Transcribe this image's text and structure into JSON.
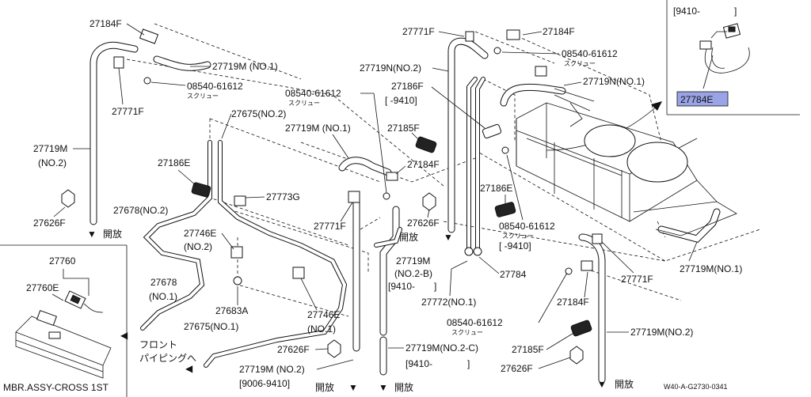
{
  "diagram": {
    "code": "W40-A-G2730-0341",
    "inset_top": {
      "bracket": "[9410-",
      "label": "27784E"
    },
    "inset_left": {
      "label_a": "27760",
      "label_b": "27760E",
      "caption": "MBR.ASSY-CROSS 1ST"
    },
    "open_label": "開放",
    "screw_label": "スクリュー",
    "front_label": "フロント",
    "piping_label": "パイピングへ",
    "labels": {
      "l27184F_a": "27184F",
      "l27719M_no1_a": "27719M (NO.1)",
      "l08540_a": "08540-61612",
      "l27771F_a": "27771F",
      "l27719M_no2_a1": "27719M",
      "l27719M_no2_a2": "(NO.2)",
      "l27626F_a": "27626F",
      "l27675_no2": "27675(NO.2)",
      "l27186E_a": "27186E",
      "l27678_no2": "27678(NO.2)",
      "l27773G": "27773G",
      "l27746E_a1": "27746E",
      "l27746E_a2": "(NO.2)",
      "l27678_no1_1": "27678",
      "l27678_no1_2": "(NO.1)",
      "l27683A": "27683A",
      "l27746E_b1": "27746E",
      "l27746E_b2": "(NO.1)",
      "l27675_no1": "27675(NO.1)",
      "l27626F_b": "27626F",
      "l27719M_no2_b": "27719M (NO.2)",
      "l9006_9410": "[9006-9410]",
      "l08540_b": "08540-61612",
      "l27719M_no1_b": "27719M (NO.1)",
      "l27771F_b": "27771F",
      "l27185F_a": "27185F",
      "l27184F_b": "27184F",
      "l27626F_c": "27626F",
      "l27719M_no2B_1": "27719M",
      "l27719M_no2B_2": "(NO.2-B)",
      "l9410_a": "[9410-",
      "l27772": "27772(NO.1)",
      "l27719M_no2C": "27719M(NO.2-C)",
      "l9410_b": "[9410-",
      "l27771F_c": "27771F",
      "l27719N_no2": "27719N(NO.2)",
      "l27186F": "27186F",
      "l9410_bracket": "[      -9410]",
      "l27184F_c": "27184F",
      "l08540_c": "08540-61612",
      "l27719N_no1": "27719N(NO.1)",
      "l27186E_b": "27186E",
      "l08540_d": "08540-61612",
      "l9410_bracket2": "[      -9410]",
      "l27784": "27784",
      "l27771F_d": "27771F",
      "l27719M_no1_c": "27719M(NO.1)",
      "l27184F_d": "27184F",
      "l08540_e": "08540-61612",
      "l27719M_no2_c": "27719M(NO.2)",
      "l27185F_b": "27185F",
      "l27626F_d": "27626F"
    }
  }
}
